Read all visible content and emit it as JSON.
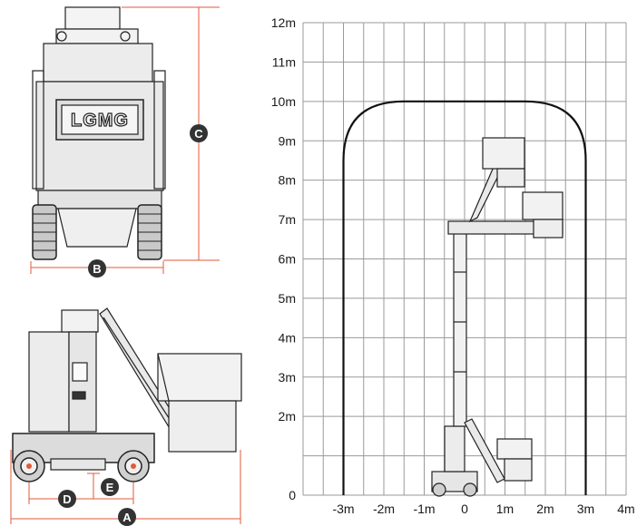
{
  "front_view": {
    "logo": "LGMG",
    "dimension_badges": [
      "C",
      "B"
    ]
  },
  "side_view": {
    "dimension_badges": [
      "D",
      "E",
      "A"
    ]
  },
  "chart_data": {
    "type": "working-range",
    "x_tick_labels": [
      "-3m",
      "-2m",
      "-1m",
      "0",
      "1m",
      "2m",
      "3m",
      "4m"
    ],
    "x_values": [
      -3,
      -2,
      -1,
      0,
      1,
      2,
      3,
      4
    ],
    "y_tick_labels": [
      "0",
      "2m",
      "3m",
      "4m",
      "5m",
      "6m",
      "7m",
      "8m",
      "9m",
      "10m",
      "11m",
      "12m"
    ],
    "y_values": [
      0,
      2,
      3,
      4,
      5,
      6,
      7,
      8,
      9,
      10,
      11,
      12
    ],
    "xlim": [
      -4,
      4
    ],
    "ylim": [
      0,
      12
    ],
    "grid": true,
    "envelope": [
      [
        -3,
        0
      ],
      [
        -3,
        8.5
      ],
      [
        -1.5,
        10
      ],
      [
        1.5,
        10
      ],
      [
        3,
        8.5
      ],
      [
        3,
        0
      ]
    ],
    "colors": {
      "grid": "#9a9a9a",
      "envelope": "#111111",
      "dimension_lines": "#e05a3a",
      "badge": "#333333"
    }
  }
}
